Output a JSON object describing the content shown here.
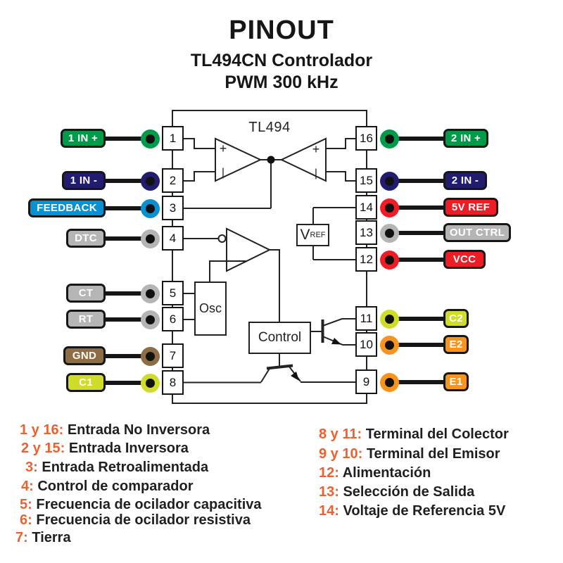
{
  "header": {
    "title": "PINOUT",
    "subtitle1": "TL494CN Controlador",
    "subtitle2": "PWM 300 kHz"
  },
  "chip": {
    "title": "TL494",
    "vref_main": "V",
    "vref_sub": "REF",
    "osc": "Osc",
    "control": "Control",
    "plus": "+",
    "bar": "|"
  },
  "pins": {
    "left": [
      {
        "number": "1",
        "label": "1 IN +",
        "color": "#009B48"
      },
      {
        "number": "2",
        "label": "1 IN -",
        "color": "#211C70"
      },
      {
        "number": "3",
        "label": "FEEDBACK",
        "color": "#0791D2"
      },
      {
        "number": "4",
        "label": "DTC",
        "color": "#B5B5B5"
      },
      {
        "number": "5",
        "label": "CT",
        "color": "#B5B5B5"
      },
      {
        "number": "6",
        "label": "RT",
        "color": "#B5B5B5"
      },
      {
        "number": "7",
        "label": "GND",
        "color": "#8E6C44"
      },
      {
        "number": "8",
        "label": "C1",
        "color": "#CFDC28"
      }
    ],
    "right": [
      {
        "number": "16",
        "label": "2 IN +",
        "color": "#009B48"
      },
      {
        "number": "15",
        "label": "2 IN -",
        "color": "#211C70"
      },
      {
        "number": "14",
        "label": "5V REF",
        "color": "#EE1C25"
      },
      {
        "number": "13",
        "label": "OUT CTRL",
        "color": "#B5B5B5"
      },
      {
        "number": "12",
        "label": "VCC",
        "color": "#EE1C25"
      },
      {
        "number": "11",
        "label": "C2",
        "color": "#CFDC28"
      },
      {
        "number": "10",
        "label": "E2",
        "color": "#F7941D"
      },
      {
        "number": "9",
        "label": "E1",
        "color": "#F7941D"
      }
    ]
  },
  "legend": {
    "accent_color": "#EB6230",
    "left": [
      {
        "pins": "1 y 16:",
        "text": "Entrada No Inversora"
      },
      {
        "pins": "2 y 15:",
        "text": "Entrada Inversora"
      },
      {
        "pins": "3:",
        "text": "Entrada Retroalimentada"
      },
      {
        "pins": "4:",
        "text": "Control de comparador"
      },
      {
        "pins": "5:",
        "text": "Frecuencia de ocilador capacitiva"
      },
      {
        "pins": "6:",
        "text": "Frecuencia de ocilador resistiva"
      },
      {
        "pins": "7:",
        "text": "Tierra"
      }
    ],
    "right": [
      {
        "pins": "8 y 11:",
        "text": "Terminal del Colector"
      },
      {
        "pins": "9 y 10:",
        "text": "Terminal del Emisor"
      },
      {
        "pins": "12:",
        "text": "Alimentación"
      },
      {
        "pins": "13:",
        "text": "Selección de Salida"
      },
      {
        "pins": "14:",
        "text": "Voltaje de Referencia 5V"
      }
    ]
  }
}
